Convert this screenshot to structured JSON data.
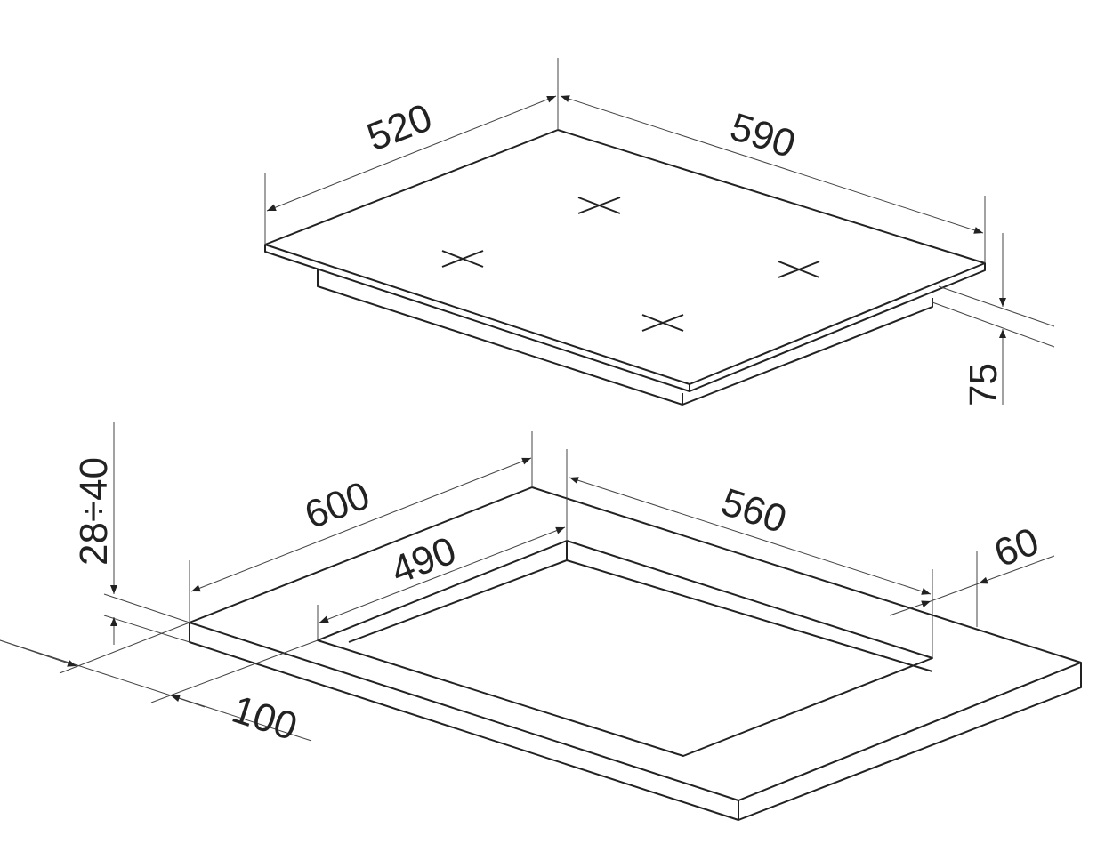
{
  "title": "Hob installation dimensions",
  "hob": {
    "width": "590",
    "depth": "520",
    "height": "75"
  },
  "cutout": {
    "counter_width": "600",
    "cutout_width": "560",
    "cutout_depth": "490",
    "side_clearance": "60",
    "front_clearance": "100",
    "counter_thickness": "28÷40"
  }
}
